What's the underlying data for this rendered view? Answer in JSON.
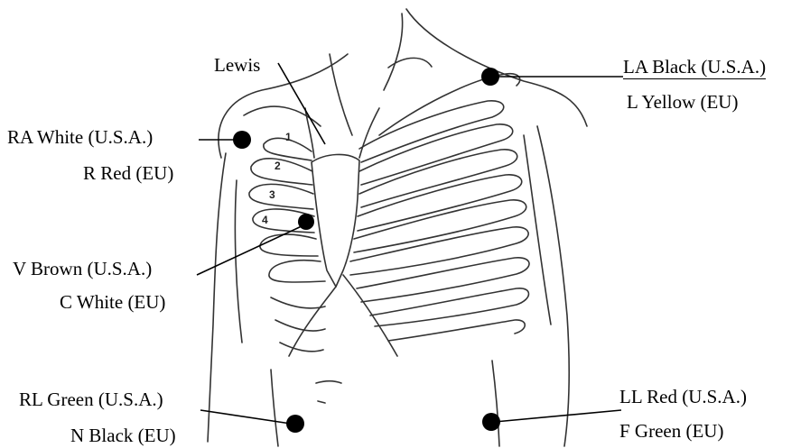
{
  "labels": {
    "lewis": "Lewis",
    "ra_usa": "RA White (U.S.A.)",
    "ra_eu": "R Red (EU)",
    "v_usa": "V Brown (U.S.A.)",
    "v_eu": "C White (EU)",
    "rl_usa": "RL Green (U.S.A.)",
    "rl_eu": "N Black (EU)",
    "la_usa": "LA Black (U.S.A.)",
    "la_eu": "L Yellow (EU)",
    "ll_usa": "LL Red (U.S.A.)",
    "ll_eu": "F Green (EU)"
  },
  "rib_numbers": [
    "1",
    "2",
    "3",
    "4"
  ],
  "colors": {
    "ink": "#000000",
    "electrode": "#000000",
    "background": "#ffffff"
  }
}
